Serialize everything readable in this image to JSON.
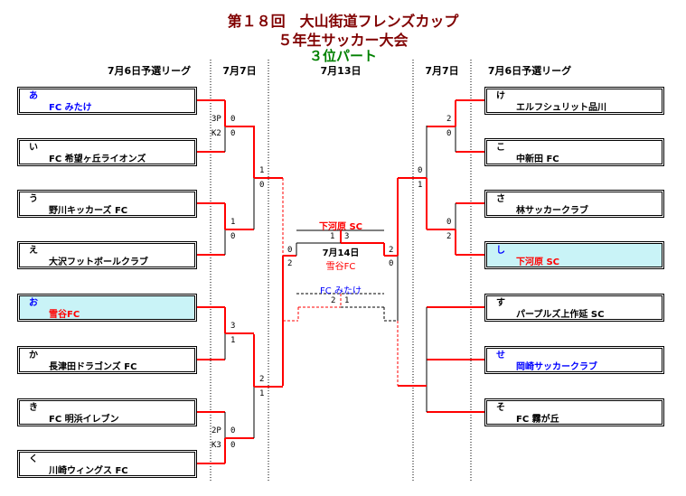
{
  "title": {
    "line1": "第１８回　大山街道フレンズカップ",
    "line2": "５年生サッカー大会",
    "line3": "３位パート"
  },
  "headers": {
    "left_league": "7月6日予選リーグ",
    "left_r": "7月7日",
    "center": "7月13日",
    "right_r": "7月7日",
    "right_league": "7月6日予選リーグ"
  },
  "colors": {
    "win_line": "#ff0000",
    "lose_line": "#000000",
    "blue": "#0000ff",
    "red": "#ff0000",
    "highlight": "#c9f3f7"
  },
  "left_teams": [
    {
      "letter": "あ",
      "name": "FC みたけ",
      "letter_color": "#0000ff",
      "name_color": "#0000ff",
      "highlight": false
    },
    {
      "letter": "い",
      "name": "FC 希望ヶ丘ライオンズ",
      "letter_color": "#000",
      "name_color": "#000",
      "highlight": false
    },
    {
      "letter": "う",
      "name": "野川キッカーズ FC",
      "letter_color": "#000",
      "name_color": "#000",
      "highlight": false
    },
    {
      "letter": "え",
      "name": "大沢フットボールクラブ",
      "letter_color": "#000",
      "name_color": "#000",
      "highlight": false
    },
    {
      "letter": "お",
      "name": "雪谷FC",
      "letter_color": "#0000ff",
      "name_color": "#ff0000",
      "highlight": true
    },
    {
      "letter": "か",
      "name": "長津田ドラゴンズ FC",
      "letter_color": "#000",
      "name_color": "#000",
      "highlight": false
    },
    {
      "letter": "き",
      "name": "FC 明浜イレブン",
      "letter_color": "#000",
      "name_color": "#000",
      "highlight": false
    },
    {
      "letter": "く",
      "name": "川崎ウィングス FC",
      "letter_color": "#000",
      "name_color": "#000",
      "highlight": false
    }
  ],
  "right_teams": [
    {
      "letter": "け",
      "name": "エルフシュリット品川",
      "letter_color": "#000",
      "name_color": "#000",
      "highlight": false
    },
    {
      "letter": "こ",
      "name": "中新田 FC",
      "letter_color": "#000",
      "name_color": "#000",
      "highlight": false
    },
    {
      "letter": "さ",
      "name": "林サッカークラブ",
      "letter_color": "#000",
      "name_color": "#000",
      "highlight": false
    },
    {
      "letter": "し",
      "name": "下河原 SC",
      "letter_color": "#0000ff",
      "name_color": "#ff0000",
      "highlight": true
    },
    {
      "letter": "す",
      "name": "パープルズ上作延 SC",
      "letter_color": "#000",
      "name_color": "#000",
      "highlight": false
    },
    {
      "letter": "せ",
      "name": "岡崎サッカークラブ",
      "letter_color": "#0000ff",
      "name_color": "#0000ff",
      "highlight": false
    },
    {
      "letter": "そ",
      "name": "FC 霧が丘",
      "letter_color": "#000",
      "name_color": "#000",
      "highlight": false
    }
  ],
  "matches": {
    "l1": {
      "top": "0",
      "bottom": "0",
      "pk_top": "3P",
      "pk_bottom": "K2",
      "winner": "top"
    },
    "l2": {
      "top": "1",
      "bottom": "0",
      "winner": "top"
    },
    "l3": {
      "top": "3",
      "bottom": "1",
      "winner": "top"
    },
    "l4": {
      "top": "0",
      "bottom": "0",
      "pk_top": "2P",
      "pk_bottom": "K3",
      "winner": "bottom"
    },
    "l5": {
      "top": "1",
      "bottom": "0",
      "winner": "top"
    },
    "l6": {
      "top": "2",
      "bottom": "1",
      "winner": "top"
    },
    "r1": {
      "top": "2",
      "bottom": "0",
      "winner": "top"
    },
    "r2": {
      "top": "0",
      "bottom": "2",
      "winner": "bottom"
    },
    "r3": {
      "top": "0",
      "bottom": "1",
      "winner": "bottom"
    }
  },
  "final": {
    "date": "7月14日",
    "winner_name": "下河原 SC",
    "winner_score_left": "1",
    "winner_score_right": "3",
    "left_team": "雪谷FC",
    "left_top": "0",
    "left_bottom": "2",
    "right_top": "2",
    "right_bottom": "0",
    "third_name": "FC みたけ",
    "third_left": "2",
    "third_right": "1"
  }
}
